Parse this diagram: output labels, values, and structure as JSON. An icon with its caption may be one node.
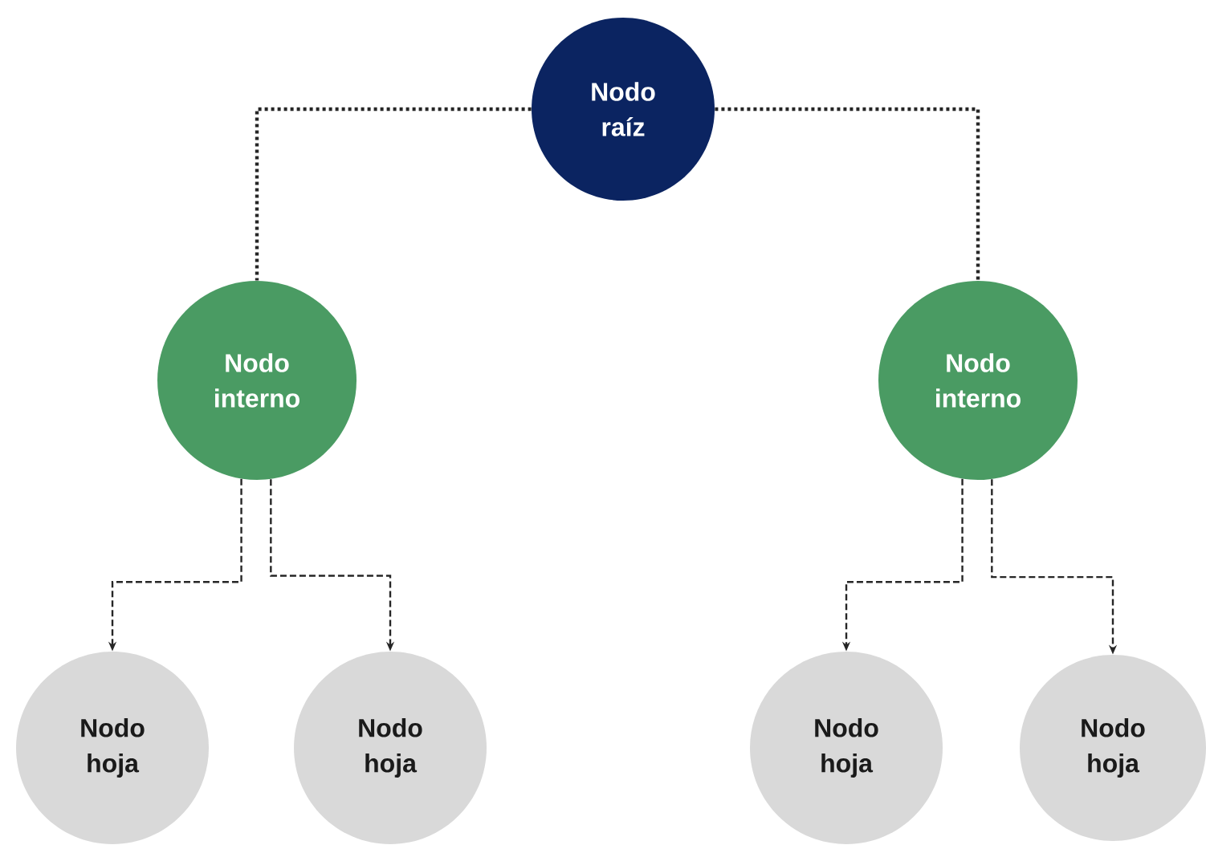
{
  "diagram": {
    "nodes": [
      {
        "text": [
          "Nodo raíz"
        ]
      },
      {
        "text": [
          "Nodo interno"
        ]
      },
      {
        "text": [
          "Nodo interno"
        ]
      },
      {
        "text": [
          "Nodo hoja"
        ]
      },
      {
        "text": [
          "Nodo hoja"
        ]
      },
      {
        "text": [
          "Nodo hoja"
        ]
      },
      {
        "text": [
          "Nodo hoja"
        ]
      }
    ],
    "edges": [
      {
        "from": 0,
        "to": 1,
        "arrow": "none",
        "style": "dashed"
      },
      {
        "from": 0,
        "to": 2,
        "arrow": "none",
        "style": "dashed"
      },
      {
        "from": 1,
        "to": 3,
        "arrow": "to",
        "style": "dashed"
      },
      {
        "from": 1,
        "to": 4,
        "arrow": "to",
        "style": "dashed"
      },
      {
        "from": 2,
        "to": 5,
        "arrow": "to",
        "style": "dashed"
      },
      {
        "from": 2,
        "to": 6,
        "arrow": "to",
        "style": "dashed"
      }
    ]
  }
}
